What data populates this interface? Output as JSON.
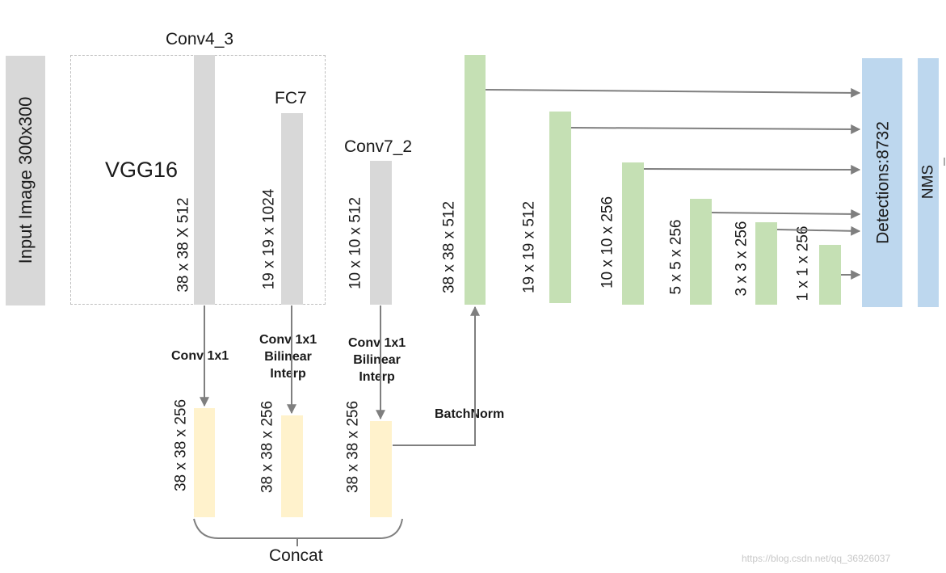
{
  "input_label": "Input Image 300x300",
  "vgg_label": "VGG16",
  "layers": {
    "conv4_3": {
      "name": "Conv4_3",
      "dims": "38 x 38 X 512"
    },
    "fc7": {
      "name": "FC7",
      "dims": "19 x 19  x 1024"
    },
    "conv7_2": {
      "name": "Conv7_2",
      "dims": "10 x 10 x 512"
    }
  },
  "ops": {
    "conv4_3_op": [
      "Conv 1x1"
    ],
    "fc7_op": [
      "Conv 1x1",
      "Bilinear",
      "Interp"
    ],
    "conv7_2_op": [
      "Conv 1x1",
      "Bilinear",
      "Interp"
    ],
    "batchnorm": "BatchNorm"
  },
  "fused_maps": [
    "38 x 38 x 256",
    "38 x 38 x 256",
    "38 x 38 x 256"
  ],
  "concat_label": "Concat",
  "pyramid": [
    "38 x 38 x 512",
    "19 x 19 x 512",
    "10 x 10 x 256",
    "5 x 5 x 256",
    "3 x 3 x 256",
    "1 x 1 x 256"
  ],
  "detections_label": "Detections:8732",
  "nms_label": "NMS",
  "watermark": "https://blog.csdn.net/qq_36926037",
  "colors": {
    "backbone": "#d8d8d8",
    "pyramid": "#c5e0b4",
    "fused": "#fff2cc",
    "output": "#bdd7ee",
    "arrow": "#7f7f7f"
  }
}
